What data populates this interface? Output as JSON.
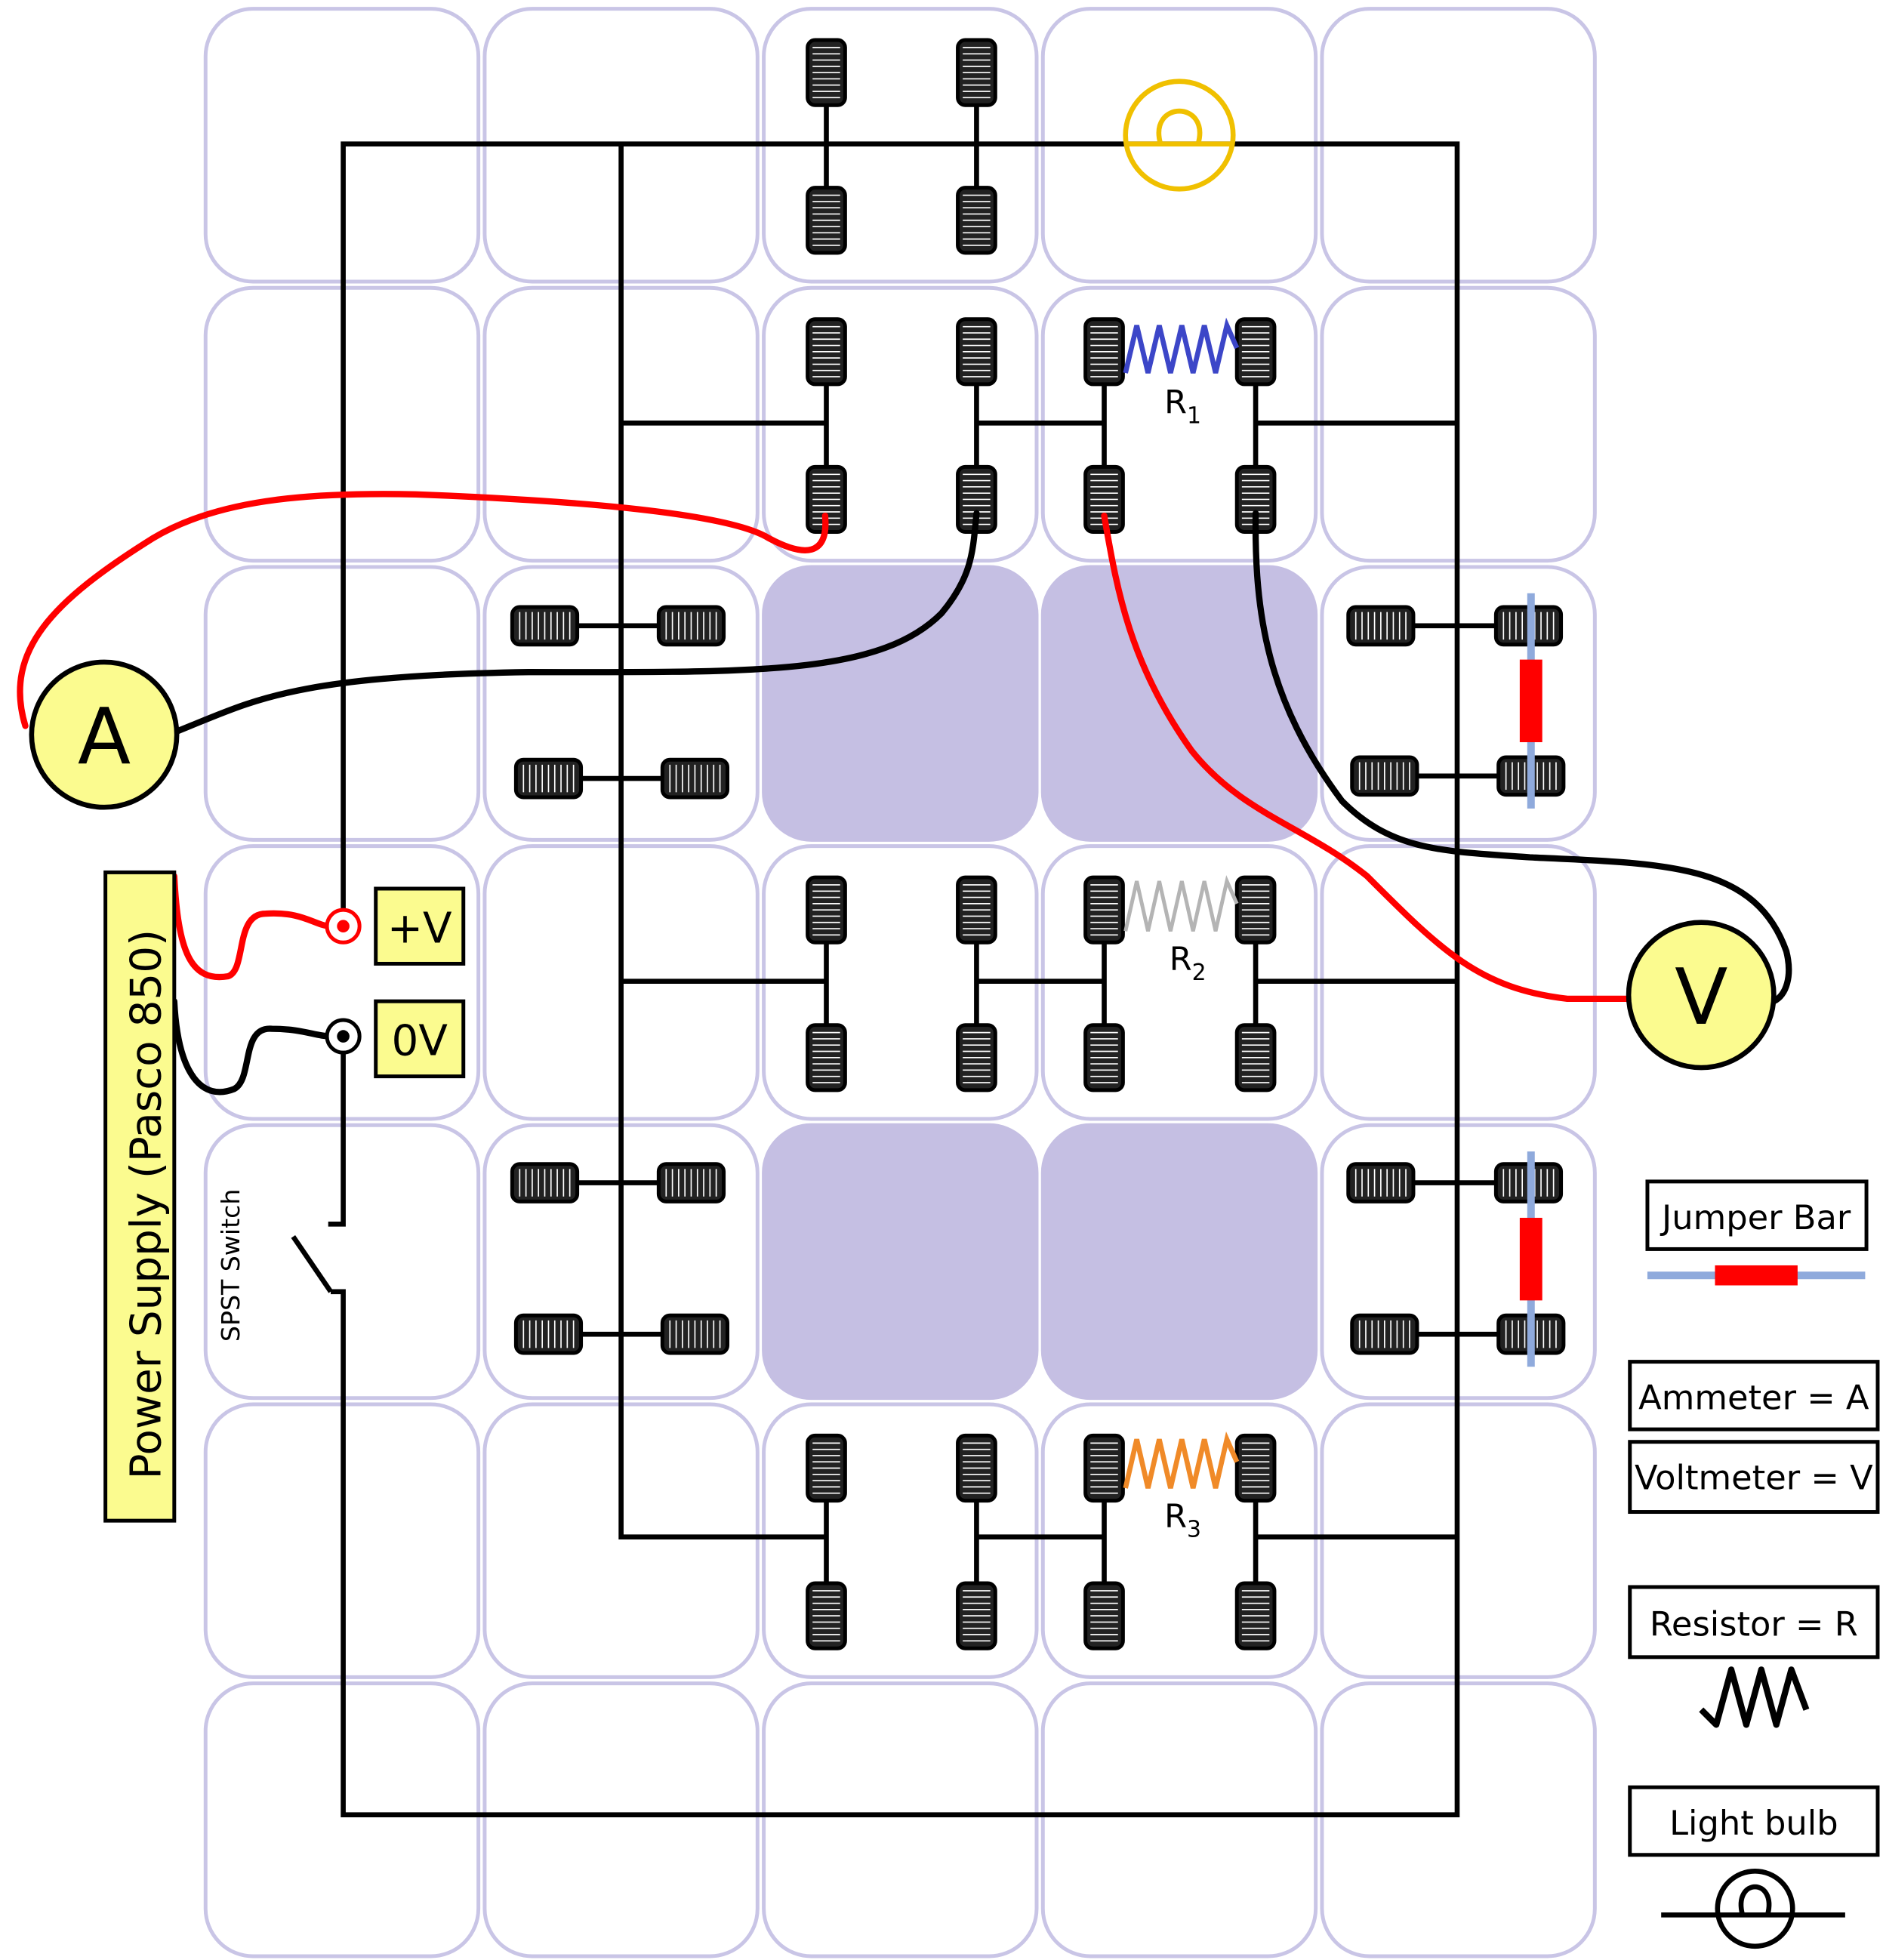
{
  "board": {
    "cell_fill": "#ffffff",
    "cell_border": "#c9c5e6",
    "blocked_fill": "#c5bfe3",
    "wire_color": "#000000",
    "red_lead_color": "#ff0000",
    "black_lead_color": "#000000"
  },
  "power_supply": {
    "label": "Power Supply (Pasco 850)",
    "plus_label": "+V",
    "zero_label": "0V",
    "fill": "#fbfb8f"
  },
  "switch": {
    "label": "SPST Switch"
  },
  "meters": {
    "ammeter": "A",
    "voltmeter": "V",
    "fill": "#fbfb8f"
  },
  "resistors": [
    {
      "label": "R",
      "sub": "1",
      "color": "#3c46c8"
    },
    {
      "label": "R",
      "sub": "2",
      "color": "#b4b4b4"
    },
    {
      "label": "R",
      "sub": "3",
      "color": "#f08a28"
    }
  ],
  "bulb": {
    "color": "#f0c000"
  },
  "legend": {
    "jumper": "Jumper Bar",
    "ammeter": "Ammeter = A",
    "voltmeter": "Voltmeter = V",
    "resistor": "Resistor = R",
    "bulb": "Light bulb",
    "jumper_bar_color": "#8faadc",
    "jumper_body_color": "#ff0000"
  }
}
